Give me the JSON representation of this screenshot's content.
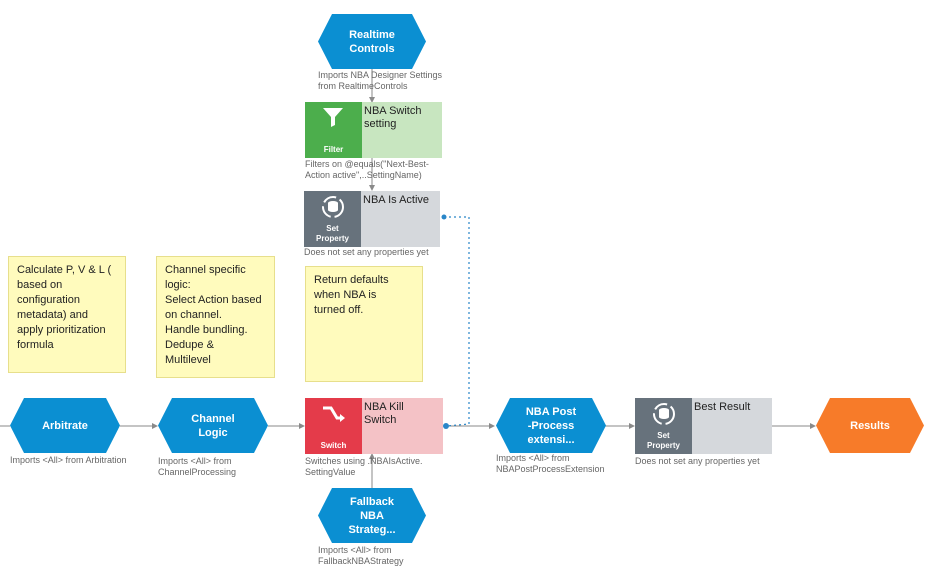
{
  "colors": {
    "decision_blue": "#0b8fd2",
    "results_orange": "#f77b29",
    "filter_green": "#4cae4c",
    "filter_body": "#c8e6c0",
    "setprop_icon": "#67727c",
    "setprop_body": "#d5d8dc",
    "switch_red": "#e43b4a",
    "switch_body": "#f4c2c6",
    "note_fill": "#fffbbd",
    "connector": "#8a8a8a",
    "dotted_connector": "#2a86c8"
  },
  "nodes": {
    "realtime_controls": {
      "label": "Realtime\nControls",
      "desc": "Imports NBA Designer Settings\nfrom RealtimeControls"
    },
    "filter": {
      "type_label": "Filter",
      "title": "NBA Switch\nsetting",
      "desc": "Filters on @equals(\"Next-Best-\nAction active\",..SettingName)",
      "icon": "funnel-icon"
    },
    "nba_is_active": {
      "type_label": "Set\nProperty",
      "title": "NBA Is Active",
      "desc": "Does not set any properties yet",
      "icon": "set-property-icon"
    },
    "arbitrate": {
      "label": "Arbitrate",
      "desc": "Imports <All> from Arbitration"
    },
    "channel_logic": {
      "label": "Channel\nLogic",
      "desc": "Imports <All> from\nChannelProcessing"
    },
    "kill_switch": {
      "type_label": "Switch",
      "title": "NBA Kill\nSwitch",
      "desc": "Switches using .NBAIsActive.\nSettingValue",
      "icon": "switch-icon"
    },
    "fallback": {
      "label": "Fallback\nNBA\nStrateg...",
      "desc": "Imports <All> from\nFallbackNBAStrategy"
    },
    "post_process": {
      "label": "NBA Post\n-Process\nextensi...",
      "desc": "Imports <All> from\nNBAPostProcessExtension"
    },
    "best_result": {
      "type_label": "Set\nProperty",
      "title": "Best Result",
      "desc": "Does not set any properties yet",
      "icon": "set-property-icon"
    },
    "results": {
      "label": "Results"
    }
  },
  "notes": {
    "pvl": "Calculate P, V & L (\nbased on\nconfiguration\nmetadata) and\napply prioritization\nformula",
    "channel": "Channel specific\nlogic:\nSelect Action based\n on channel.\nHandle bundling.\nDedupe &\nMultilevel",
    "defaults": "Return defaults\nwhen NBA is\nturned off."
  }
}
